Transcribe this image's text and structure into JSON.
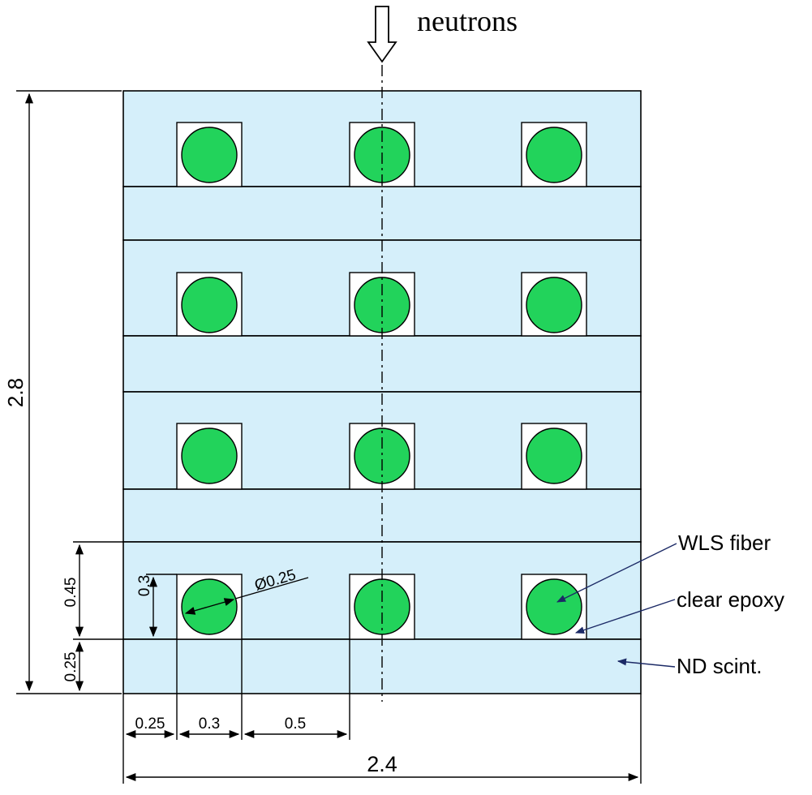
{
  "beam": {
    "label": "neutrons"
  },
  "dimensions": {
    "total_height": "2.8",
    "total_width": "2.4",
    "layer_pitch": "0.45",
    "base_thickness": "0.25",
    "groove_height": "0.3",
    "fiber_diameter": "Ø0.25",
    "edge_offset": "0.25",
    "groove_width": "0.3",
    "groove_gap": "0.5"
  },
  "callouts": {
    "fiber": "WLS fiber",
    "epoxy": "clear epoxy",
    "scintillator": "ND scint."
  },
  "colors": {
    "scintillator": "#d5effa",
    "fiber": "#22d35b",
    "epoxy": "#ffffff"
  }
}
